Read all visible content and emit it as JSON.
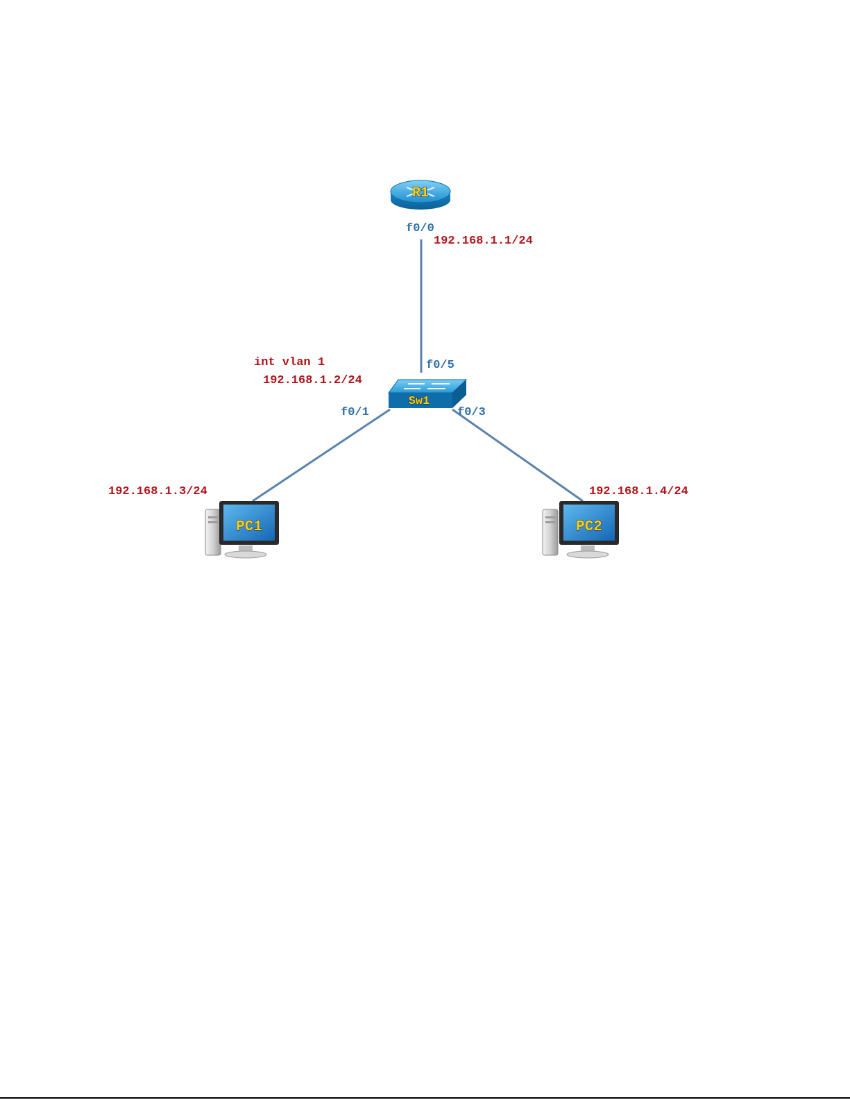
{
  "devices": {
    "router": {
      "label": "R1",
      "port": "f0/0",
      "ip": "192.168.1.1/24"
    },
    "switch": {
      "label": "Sw1",
      "svi": "int vlan 1",
      "svi_ip": "192.168.1.2/24",
      "port_up": "f0/5",
      "port_left": "f0/1",
      "port_right": "f0/3"
    },
    "pc1": {
      "label": "PC1",
      "ip": "192.168.1.3/24"
    },
    "pc2": {
      "label": "PC2",
      "ip": "192.168.1.4/24"
    }
  },
  "links": [
    {
      "from": "router",
      "from_port": "f0/0",
      "to": "switch",
      "to_port": "f0/5"
    },
    {
      "from": "switch",
      "from_port": "f0/1",
      "to": "pc1"
    },
    {
      "from": "switch",
      "from_port": "f0/3",
      "to": "pc2"
    }
  ],
  "colors": {
    "port_label": "#2f6fa8",
    "ip_label": "#b0141a",
    "link": "#5b82ad",
    "device_blue": "#1e8fcf"
  },
  "icons": [
    "router-icon",
    "switch-icon",
    "desktop-pc-icon"
  ]
}
